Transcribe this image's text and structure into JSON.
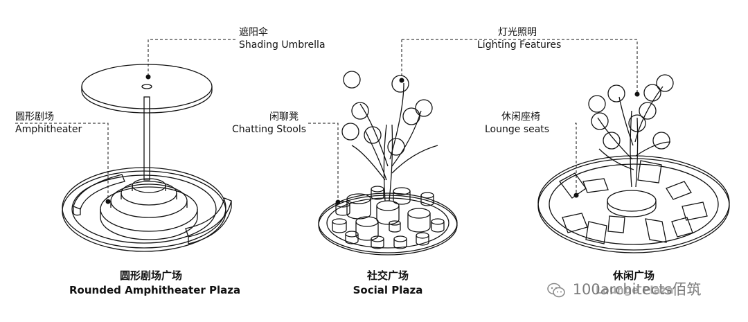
{
  "labels": {
    "umbrella": {
      "zh": "遮阳伞",
      "en": "Shading Umbrella"
    },
    "amphitheater": {
      "zh": "圆形剧场",
      "en": "Amphitheater"
    },
    "stools": {
      "zh": "闲聊凳",
      "en": "Chatting Stools"
    },
    "lighting": {
      "zh": "灯光照明",
      "en": "Lighting Features"
    },
    "lounge": {
      "zh": "休闲座椅",
      "en": "Lounge seats"
    }
  },
  "captions": {
    "amphi_plaza": {
      "zh": "圆形剧场广场",
      "en": "Rounded Amphitheater Plaza"
    },
    "social_plaza": {
      "zh": "社交广场",
      "en": "Social Plaza"
    },
    "leisure_plaza": {
      "zh": "休闲广场",
      "en": "Lounge Plaza"
    }
  },
  "watermark": {
    "text": "100architects佰筑"
  }
}
